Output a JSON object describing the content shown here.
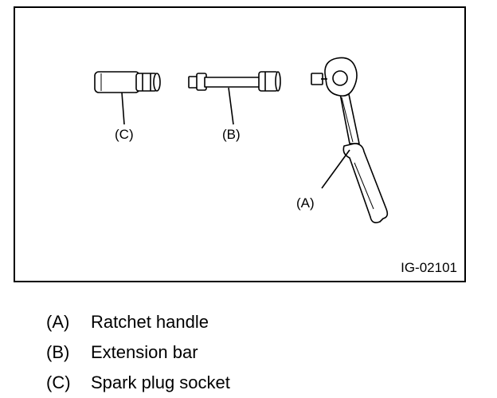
{
  "figure": {
    "id": "IG-02101",
    "callouts": {
      "a": "(A)",
      "b": "(B)",
      "c": "(C)"
    }
  },
  "legend": [
    {
      "key": "(A)",
      "label": "Ratchet handle"
    },
    {
      "key": "(B)",
      "label": "Extension bar"
    },
    {
      "key": "(C)",
      "label": "Spark plug socket"
    }
  ]
}
